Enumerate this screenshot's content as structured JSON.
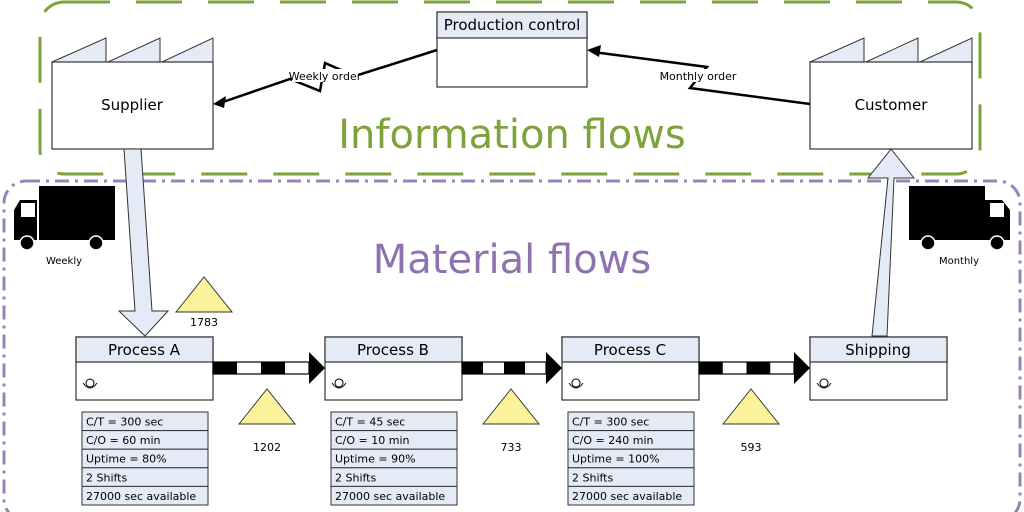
{
  "title": "Value Stream Map",
  "colors": {
    "info_border": "#7da33a",
    "info_text": "#7da33a",
    "material_border": "#9b82b9",
    "material_text": "#8f73b0",
    "box_header_fill": "#e4ebf6",
    "inventory_fill": "#fbf39b",
    "stroke": "#333333"
  },
  "regions": {
    "information": {
      "label": "Information flows"
    },
    "material": {
      "label": "Material flows"
    }
  },
  "production_control": {
    "label": "Production control"
  },
  "supplier": {
    "label": "Supplier"
  },
  "customer": {
    "label": "Customer"
  },
  "info_arrows": {
    "weekly_order": "Weekly order",
    "monthly_order": "Monthly order"
  },
  "trucks": {
    "inbound": {
      "label": "Weekly"
    },
    "outbound": {
      "label": "Monthly"
    }
  },
  "processes": [
    {
      "name": "Process A",
      "data": [
        "C/T = 300 sec",
        "C/O = 60 min",
        "Uptime = 80%",
        "2 Shifts",
        "27000 sec available"
      ]
    },
    {
      "name": "Process B",
      "data": [
        "C/T = 45 sec",
        "C/O = 10 min",
        "Uptime = 90%",
        "2 Shifts",
        "27000 sec available"
      ]
    },
    {
      "name": "Process C",
      "data": [
        "C/T = 300 sec",
        "C/O = 240 min",
        "Uptime = 100%",
        "2 Shifts",
        "27000 sec available"
      ]
    },
    {
      "name": "Shipping",
      "data": []
    }
  ],
  "inventory": [
    {
      "value": "1783"
    },
    {
      "value": "1202"
    },
    {
      "value": "733"
    },
    {
      "value": "593"
    }
  ]
}
